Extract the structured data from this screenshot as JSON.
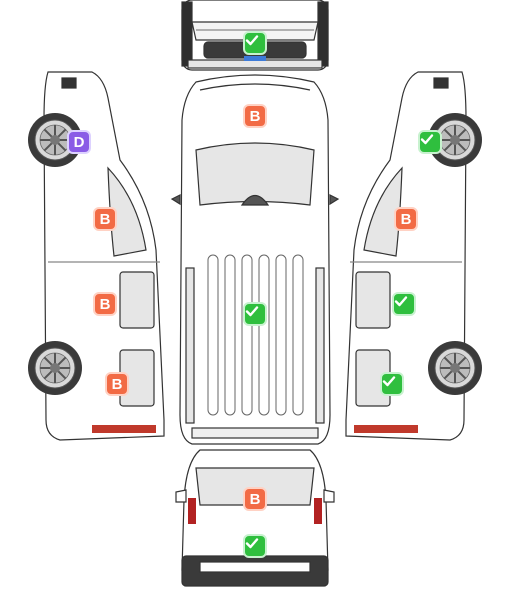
{
  "diagram": {
    "views": [
      "front",
      "top",
      "left-side",
      "right-side",
      "rear"
    ]
  },
  "legend_colors": {
    "B": "#f26b45",
    "D": "#8a5ce6",
    "ok": "#2fbf3e"
  },
  "markers": [
    {
      "id": "front-bumper",
      "kind": "ok",
      "label": ""
    },
    {
      "id": "roof-front",
      "kind": "damage",
      "label": "B"
    },
    {
      "id": "roof-center",
      "kind": "ok",
      "label": ""
    },
    {
      "id": "left-front-wheel",
      "kind": "dent",
      "label": "D"
    },
    {
      "id": "left-front-door",
      "kind": "damage",
      "label": "B"
    },
    {
      "id": "left-sliding-door",
      "kind": "damage",
      "label": "B"
    },
    {
      "id": "left-rear-panel",
      "kind": "damage",
      "label": "B"
    },
    {
      "id": "right-front-wheel",
      "kind": "ok",
      "label": ""
    },
    {
      "id": "right-front-door",
      "kind": "damage",
      "label": "B"
    },
    {
      "id": "right-sliding-door",
      "kind": "ok",
      "label": ""
    },
    {
      "id": "right-rear-panel",
      "kind": "ok",
      "label": ""
    },
    {
      "id": "rear-window",
      "kind": "damage",
      "label": "B"
    },
    {
      "id": "rear-bumper",
      "kind": "ok",
      "label": ""
    }
  ]
}
